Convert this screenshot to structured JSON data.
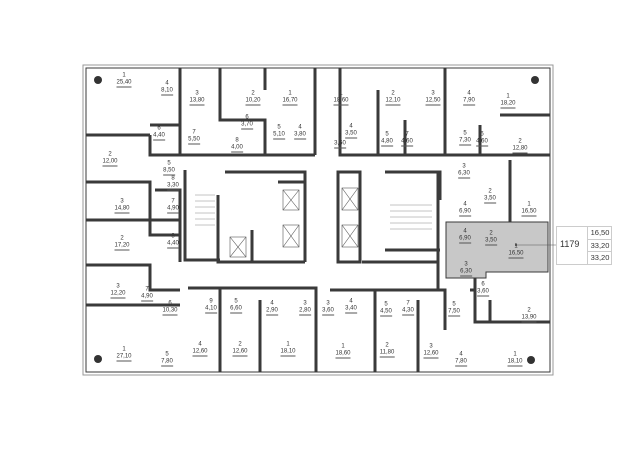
{
  "colors": {
    "wall": "#3a3a3a",
    "highlight": "#c8c8c8",
    "line": "#555555"
  },
  "selected_unit": {
    "number": "1179",
    "values": [
      "16,50",
      "33,20",
      "33,20"
    ]
  },
  "rooms": [
    {
      "n": "1",
      "a": "25,40"
    },
    {
      "n": "4",
      "a": "8,10"
    },
    {
      "n": "3",
      "a": "13,80"
    },
    {
      "n": "2",
      "a": "10,20"
    },
    {
      "n": "6",
      "a": "3,70"
    },
    {
      "n": "1",
      "a": "16,70"
    },
    {
      "n": "4",
      "a": "3,80"
    },
    {
      "n": "5",
      "a": "5,10"
    },
    {
      "n": "7",
      "a": "5,50"
    },
    {
      "n": "8",
      "a": "4,00"
    },
    {
      "n": "6",
      "a": "4,40"
    },
    {
      "n": "2",
      "a": "12,00"
    },
    {
      "n": "5",
      "a": "8,50"
    },
    {
      "n": "8",
      "a": "3,30"
    },
    {
      "n": "3",
      "a": "14,80"
    },
    {
      "n": "7",
      "a": "4,90"
    },
    {
      "n": "2",
      "a": "17,20"
    },
    {
      "n": "8",
      "a": "4,40"
    },
    {
      "n": "3",
      "a": "12,20"
    },
    {
      "n": "7",
      "a": "4,90"
    },
    {
      "n": "6",
      "a": "10,30"
    },
    {
      "n": "9",
      "a": "4,10"
    },
    {
      "n": "5",
      "a": "6,60"
    },
    {
      "n": "4",
      "a": "2,90"
    },
    {
      "n": "3",
      "a": "2,80"
    },
    {
      "n": "1",
      "a": "27,10"
    },
    {
      "n": "5",
      "a": "7,80"
    },
    {
      "n": "4",
      "a": "12,60"
    },
    {
      "n": "2",
      "a": "12,60"
    },
    {
      "n": "1",
      "a": "18,10"
    },
    {
      "n": "1",
      "a": "18,60"
    },
    {
      "n": "2",
      "a": "12,10"
    },
    {
      "n": "3",
      "a": "12,50"
    },
    {
      "n": "4",
      "a": "7,90"
    },
    {
      "n": "1",
      "a": "18,20"
    },
    {
      "n": "4",
      "a": "3,50"
    },
    {
      "n": "3",
      "a": "3,60"
    },
    {
      "n": "5",
      "a": "4,80"
    },
    {
      "n": "7",
      "a": "4,60"
    },
    {
      "n": "5",
      "a": "7,30"
    },
    {
      "n": "6",
      "a": "4,60"
    },
    {
      "n": "2",
      "a": "12,80"
    },
    {
      "n": "3",
      "a": "6,30"
    },
    {
      "n": "2",
      "a": "3,50"
    },
    {
      "n": "4",
      "a": "6,90"
    },
    {
      "n": "1",
      "a": "16,50"
    },
    {
      "n": "4",
      "a": "6,90"
    },
    {
      "n": "2",
      "a": "3,50"
    },
    {
      "n": "1",
      "a": "16,50"
    },
    {
      "n": "3",
      "a": "6,30"
    },
    {
      "n": "6",
      "a": "3,60"
    },
    {
      "n": "2",
      "a": "13,90"
    },
    {
      "n": "3",
      "a": "3,60"
    },
    {
      "n": "4",
      "a": "3,40"
    },
    {
      "n": "5",
      "a": "4,50"
    },
    {
      "n": "7",
      "a": "4,30"
    },
    {
      "n": "5",
      "a": "7,50"
    },
    {
      "n": "1",
      "a": "18,60"
    },
    {
      "n": "2",
      "a": "11,80"
    },
    {
      "n": "3",
      "a": "12,60"
    },
    {
      "n": "4",
      "a": "7,80"
    },
    {
      "n": "1",
      "a": "18,10"
    }
  ]
}
